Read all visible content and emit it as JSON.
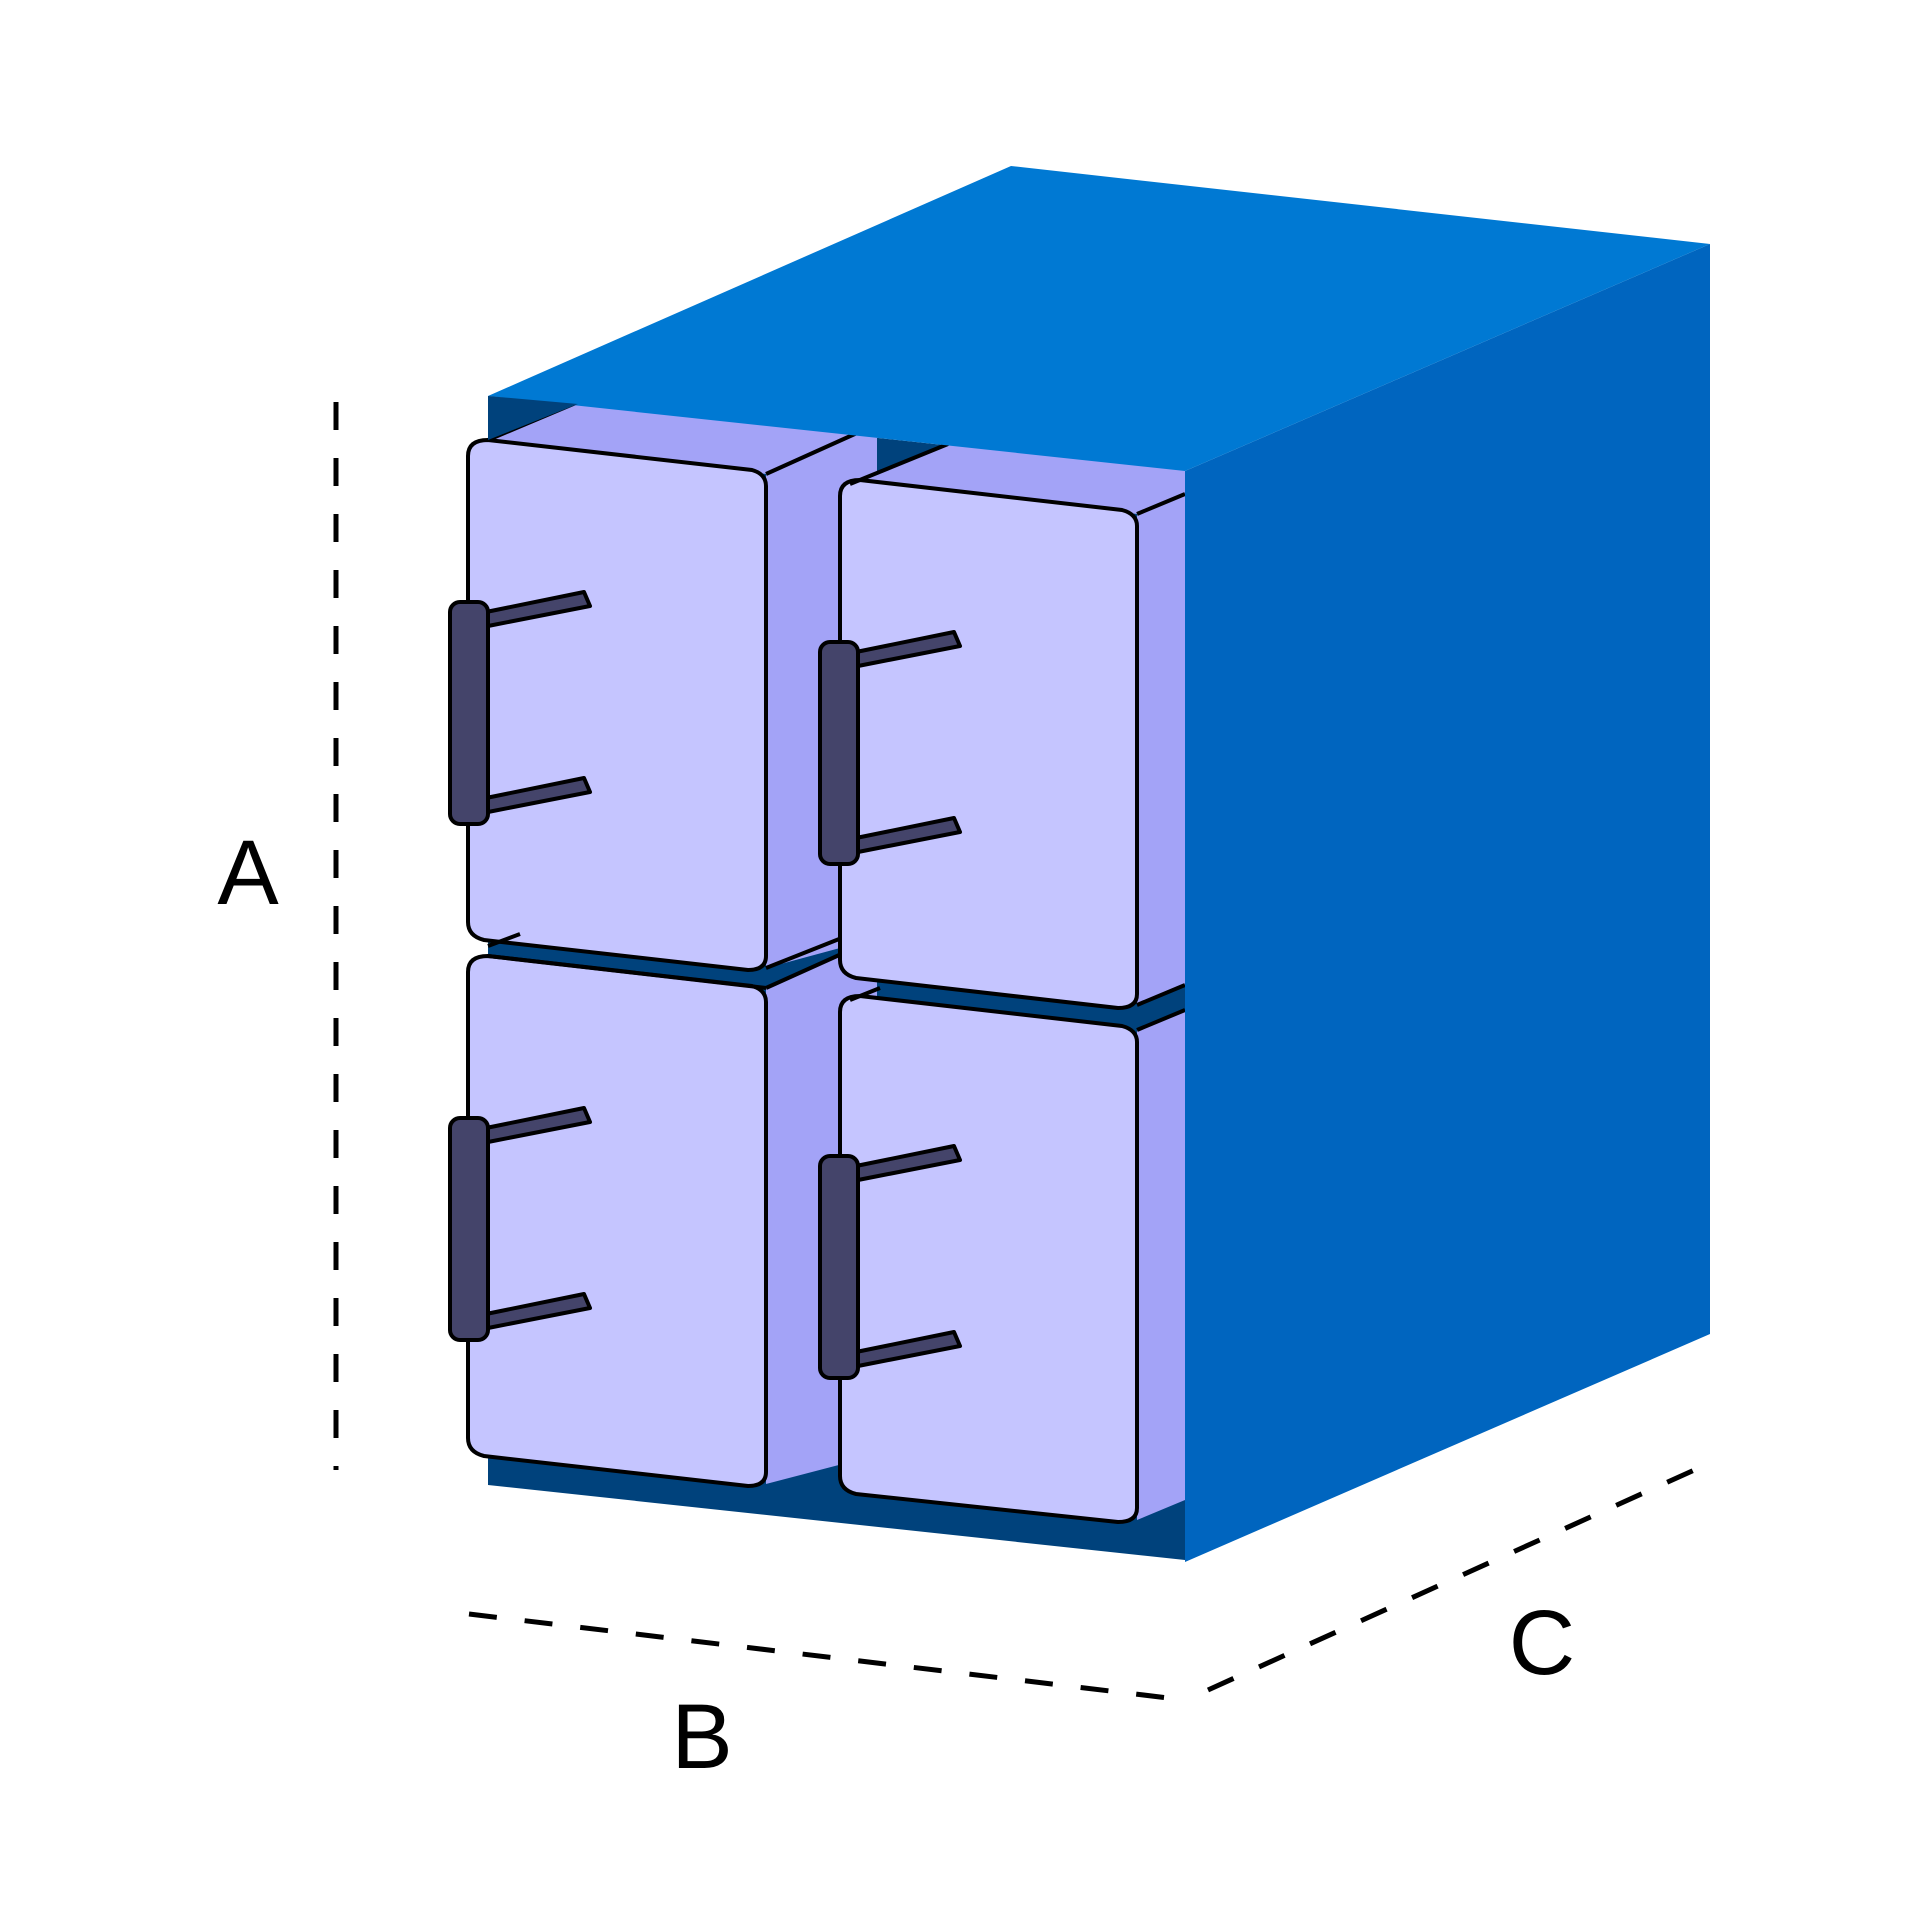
{
  "diagram": {
    "labels": {
      "height": "A",
      "width": "B",
      "depth": "C"
    },
    "colors": {
      "top_face": "#0079D3",
      "side_face": "#0065BF",
      "inner_dark": "#00427C",
      "door_face": "#C5C5FF",
      "door_side": "#A3A3F7",
      "handle": "#44446A",
      "outline": "#000000"
    },
    "unit": {
      "doors": 4,
      "columns": 2,
      "rows": 2
    }
  }
}
